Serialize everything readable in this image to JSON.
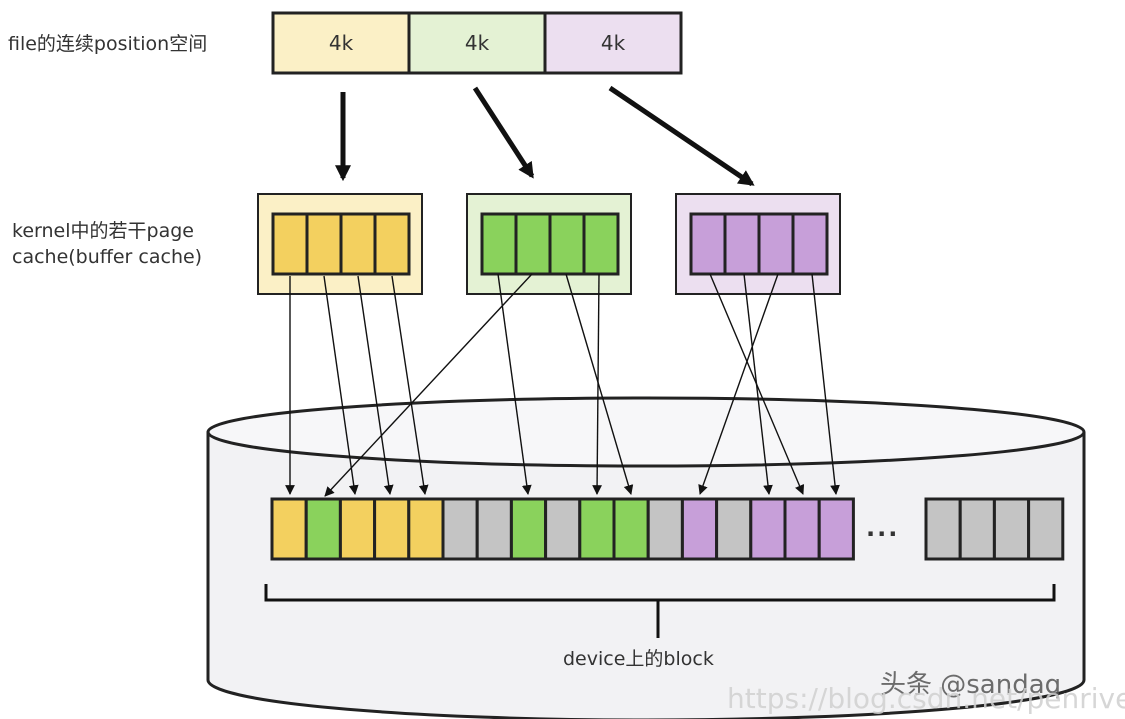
{
  "labels": {
    "file_space": "file的连续position空间",
    "page_cache_line1": "kernel中的若干page",
    "page_cache_line2": "cache(buffer cache)",
    "device_block": "device上的block",
    "ellipsis": "..."
  },
  "file_segments": [
    {
      "text": "4k",
      "fill": "#fbf0c6"
    },
    {
      "text": "4k",
      "fill": "#e4f2d4"
    },
    {
      "text": "4k",
      "fill": "#ecdff0"
    }
  ],
  "colors": {
    "yellow": "#f3d05f",
    "green": "#8ad25c",
    "purple": "#c79fd9",
    "gray": "#c4c4c4",
    "outline": "#222222",
    "disk_fill": "#f2f2f4",
    "yellow_light": "#fbf0c6",
    "green_light": "#e4f2d4",
    "purple_light": "#ecdff0"
  },
  "page_cache_groups": [
    {
      "color": "yellow",
      "bg": "yellow_light",
      "cells": 4
    },
    {
      "color": "green",
      "bg": "green_light",
      "cells": 4
    },
    {
      "color": "purple",
      "bg": "purple_light",
      "cells": 4
    }
  ],
  "device_blocks": [
    "yellow",
    "green",
    "yellow",
    "yellow",
    "yellow",
    "gray",
    "gray",
    "green",
    "gray",
    "green",
    "green",
    "gray",
    "purple",
    "gray",
    "purple",
    "purple",
    "purple"
  ],
  "device_blocks_tail": [
    "gray",
    "gray",
    "gray",
    "gray"
  ],
  "watermark": {
    "site": "头条 @sandaq",
    "url": "https://blog.csdn.net/penrive"
  }
}
